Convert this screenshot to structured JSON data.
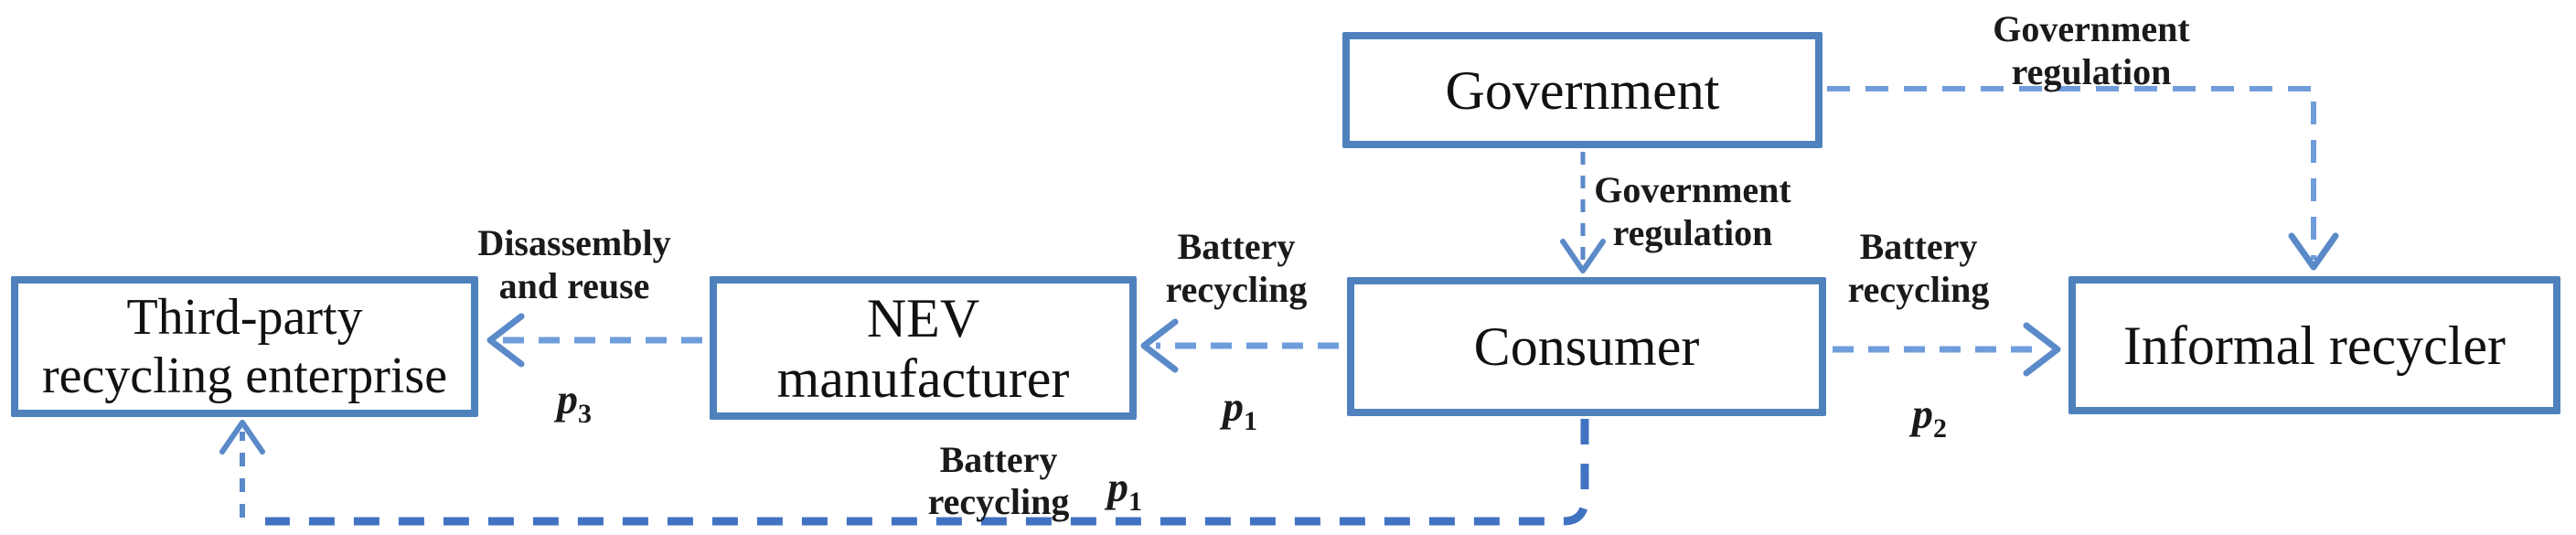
{
  "diagram": {
    "nodes": {
      "government": {
        "label": "Government"
      },
      "third_party": {
        "line1": "Third-party",
        "line2": "recycling enterprise"
      },
      "nev": {
        "line1": "NEV",
        "line2": "manufacturer"
      },
      "consumer": {
        "label": "Consumer"
      },
      "informal": {
        "label": "Informal recycler"
      }
    },
    "labels": {
      "gov_reg_top": {
        "line1": "Government",
        "line2": "regulation"
      },
      "gov_reg_mid": {
        "line1": "Government",
        "line2": "regulation"
      },
      "battery_left": {
        "line1": "Battery",
        "line2": "recycling"
      },
      "battery_right": {
        "line1": "Battery",
        "line2": "recycling"
      },
      "battery_bottom": {
        "line1": "Battery",
        "line2": "recycling"
      },
      "disassembly": {
        "line1": "Disassembly",
        "line2": "and reuse"
      },
      "p1_mid": {
        "base": "p",
        "sub": "1"
      },
      "p1_bottom": {
        "base": "p",
        "sub": "1"
      },
      "p2": {
        "base": "p",
        "sub": "2"
      },
      "p3": {
        "base": "p",
        "sub": "3"
      }
    },
    "colors": {
      "box_border": "#4f81bd",
      "arrow_light": "#6f9ddb",
      "arrow_mid": "#5b8ac9",
      "arrow_dark": "#4273c2",
      "label_text": "#1a1a1a"
    }
  }
}
